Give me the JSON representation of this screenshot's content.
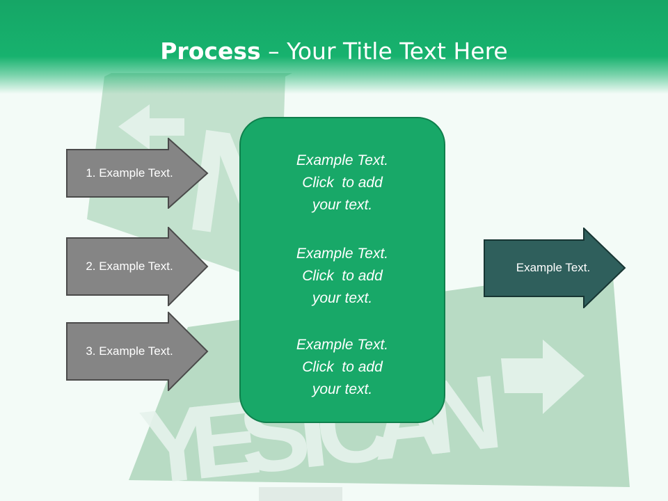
{
  "slide": {
    "title_bold": "Process",
    "title_rest": " – Your Title Text Here"
  },
  "left_arrows": [
    {
      "label": "1. Example Text."
    },
    {
      "label": "2. Example Text."
    },
    {
      "label": "3. Example Text."
    }
  ],
  "center_box": {
    "blocks": [
      {
        "lines": [
          "Example Text.",
          "Click  to add",
          "your text."
        ]
      },
      {
        "lines": [
          "Example Text.",
          "Click  to add",
          "your text."
        ]
      },
      {
        "lines": [
          "Example Text.",
          "Click  to add",
          "your text."
        ]
      }
    ]
  },
  "right_arrow": {
    "label": "Example Text."
  },
  "background_sign": {
    "top_text": "N",
    "bottom_text": "YES I CAN"
  },
  "colors": {
    "title_bar": "#17b26e",
    "center_box": "#18a868",
    "left_arrow_fill": "#858585",
    "right_arrow_fill": "#2f5f5c",
    "text": "#ffffff"
  }
}
